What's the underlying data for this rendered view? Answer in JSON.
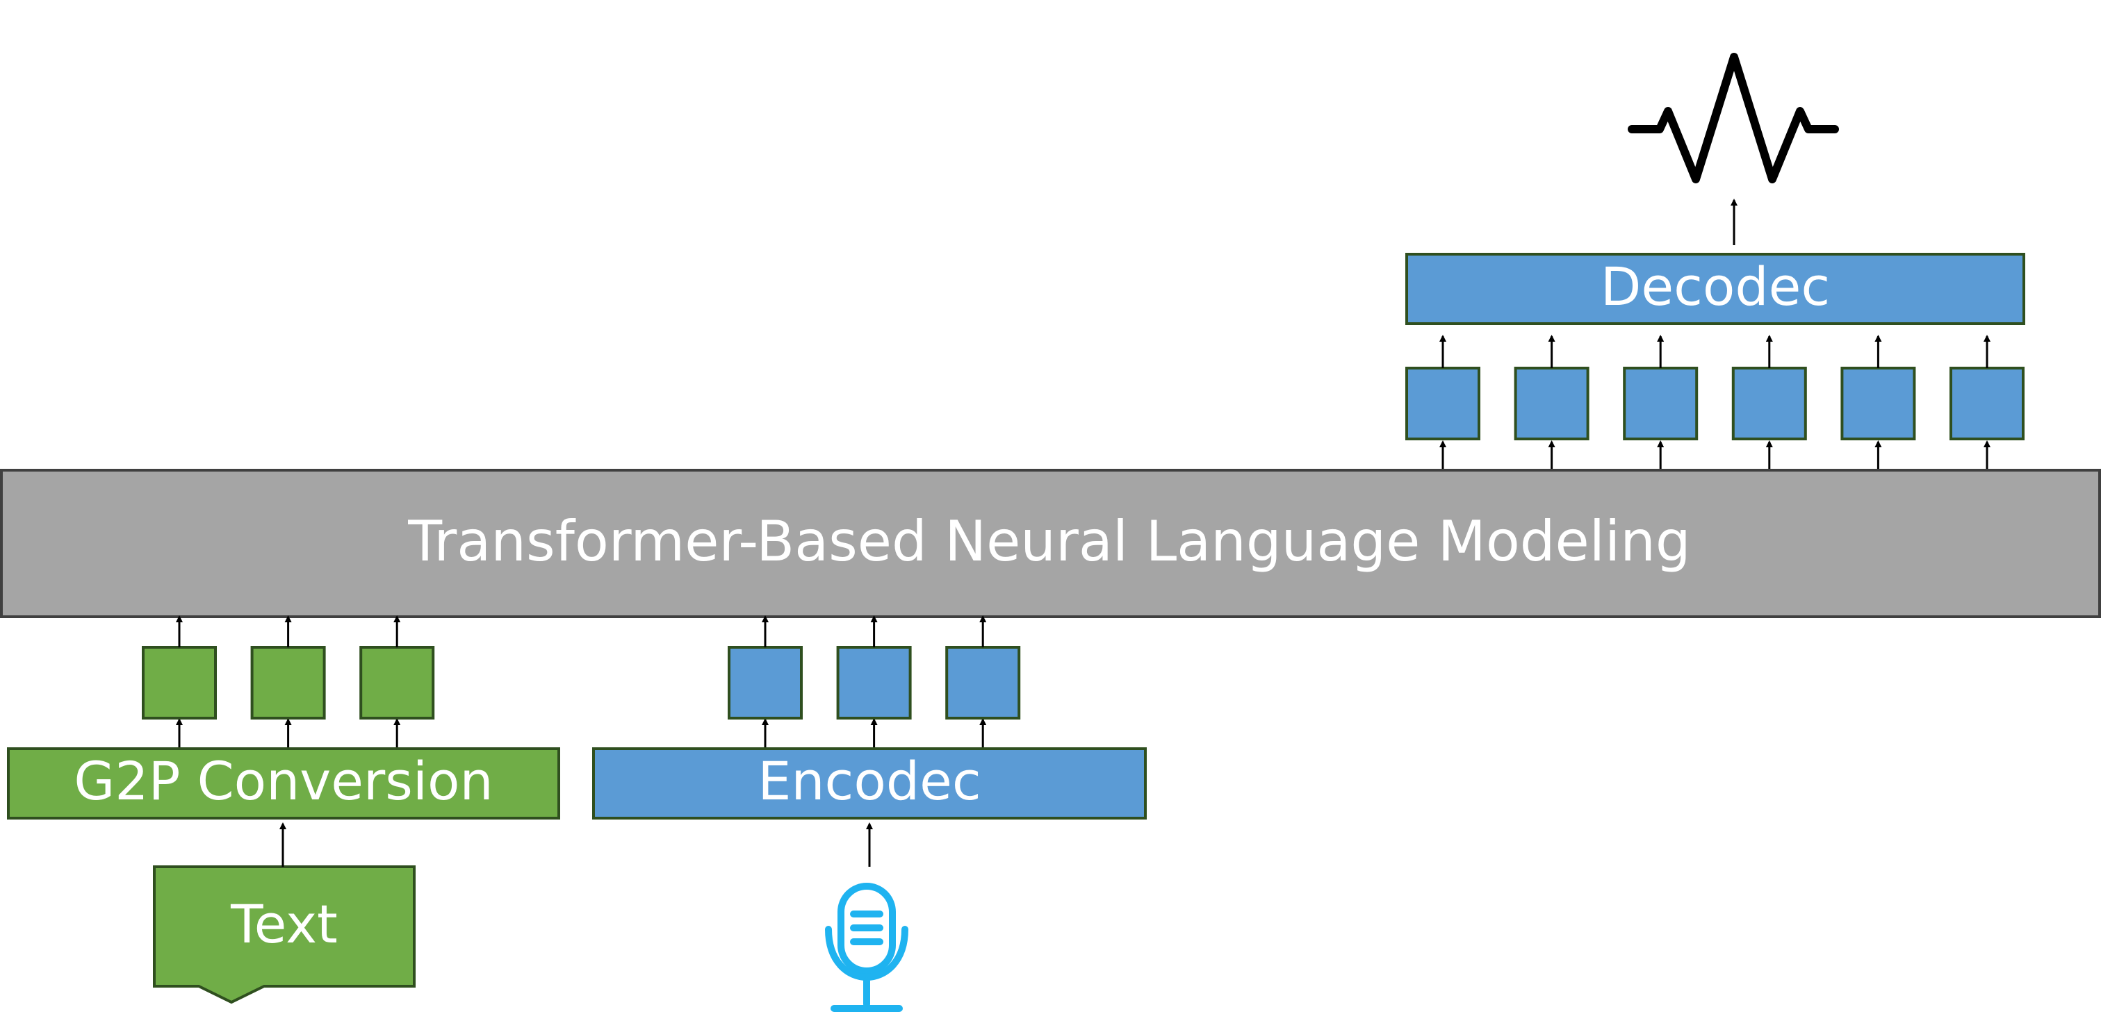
{
  "colors": {
    "green_fill": "#70AD47",
    "blue_fill": "#5B9BD5",
    "gray_fill": "#A5A5A5",
    "box_border": "#2F4F1F",
    "label_text": "#ffffff",
    "mic_icon": "#1FB3F0",
    "waveform_icon": "#000000"
  },
  "transformer": {
    "label": "Transformer-Based Neural Language Modeling"
  },
  "decoder": {
    "label": "Decodec",
    "token_count": 6
  },
  "encoder": {
    "label": "Encodec",
    "token_count": 3
  },
  "g2p": {
    "label": "G2P Conversion",
    "token_count": 3
  },
  "text_input": {
    "label": "Text"
  },
  "icons": {
    "input_audio": "microphone-icon",
    "output_audio": "waveform-icon"
  }
}
